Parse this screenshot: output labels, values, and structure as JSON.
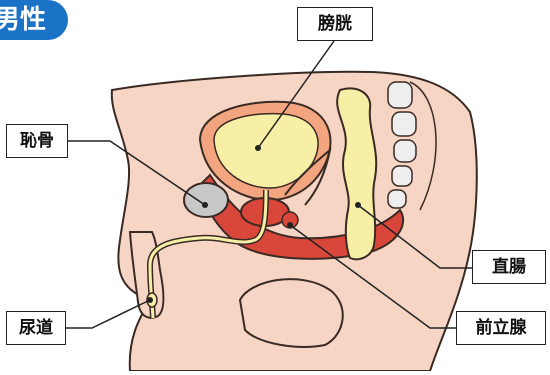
{
  "header": {
    "title": "男性"
  },
  "labels": {
    "bladder": "膀胱",
    "pubic_bone": "恥骨",
    "rectum": "直腸",
    "urethra": "尿道",
    "prostate": "前立腺"
  },
  "colors": {
    "accent": "#1a73c6",
    "skin": "#f7d5c5",
    "tissue_red": "#d9463a",
    "organ_yellow": "#f8efa6",
    "bone_gray": "#c8c8c8"
  }
}
